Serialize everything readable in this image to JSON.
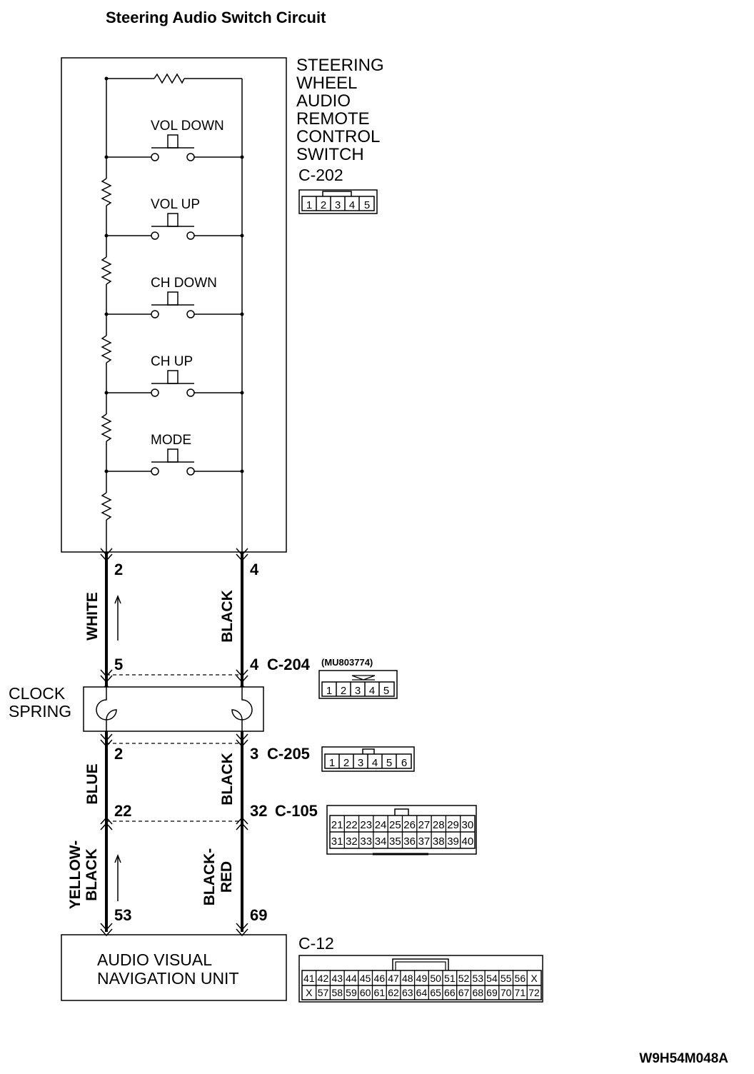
{
  "title": "Steering Audio Switch Circuit",
  "switch_unit": {
    "name_lines": [
      "STEERING",
      "WHEEL",
      "AUDIO",
      "REMOTE",
      "CONTROL",
      "SWITCH"
    ],
    "connector": "C-202",
    "pins": [
      "1",
      "2",
      "3",
      "4",
      "5"
    ],
    "switches": [
      "VOL DOWN",
      "VOL UP",
      "CH DOWN",
      "CH UP",
      "MODE"
    ]
  },
  "terminals": {
    "switch_left": "2",
    "switch_right": "4",
    "c204_left": "5",
    "c204_right": "4",
    "c205_left": "2",
    "c205_right": "3",
    "c105_left": "22",
    "c105_right": "32",
    "avnu_left": "53",
    "avnu_right": "69"
  },
  "wires": {
    "seg1_left": "WHITE",
    "seg1_right": "BLACK",
    "seg2_left": "BLUE",
    "seg2_right": "BLACK",
    "seg3_left": [
      "YELLOW-",
      "BLACK"
    ],
    "seg3_right": [
      "BLACK-",
      "RED"
    ]
  },
  "c204": {
    "label": "C-204",
    "part": "(MU803774)",
    "pins": [
      "1",
      "2",
      "3",
      "4",
      "5"
    ]
  },
  "clock_spring": [
    "CLOCK",
    "SPRING"
  ],
  "c205": {
    "label": "C-205",
    "pins": [
      "1",
      "2",
      "3",
      "4",
      "5",
      "6"
    ]
  },
  "c105": {
    "label": "C-105",
    "row1": [
      "21",
      "22",
      "23",
      "24",
      "25",
      "26",
      "27",
      "28",
      "29",
      "30"
    ],
    "row2": [
      "31",
      "32",
      "33",
      "34",
      "35",
      "36",
      "37",
      "38",
      "39",
      "40"
    ]
  },
  "avnu": {
    "lines": [
      "AUDIO VISUAL",
      "NAVIGATION UNIT"
    ]
  },
  "c12": {
    "label": "C-12",
    "row1": [
      "41",
      "42",
      "43",
      "44",
      "45",
      "46",
      "47",
      "48",
      "49",
      "50",
      "51",
      "52",
      "53",
      "54",
      "55",
      "56",
      "X"
    ],
    "row2": [
      "X",
      "57",
      "58",
      "59",
      "60",
      "61",
      "62",
      "63",
      "64",
      "65",
      "66",
      "67",
      "68",
      "69",
      "70",
      "71",
      "72"
    ]
  },
  "figure_code": "W9H54M048A"
}
